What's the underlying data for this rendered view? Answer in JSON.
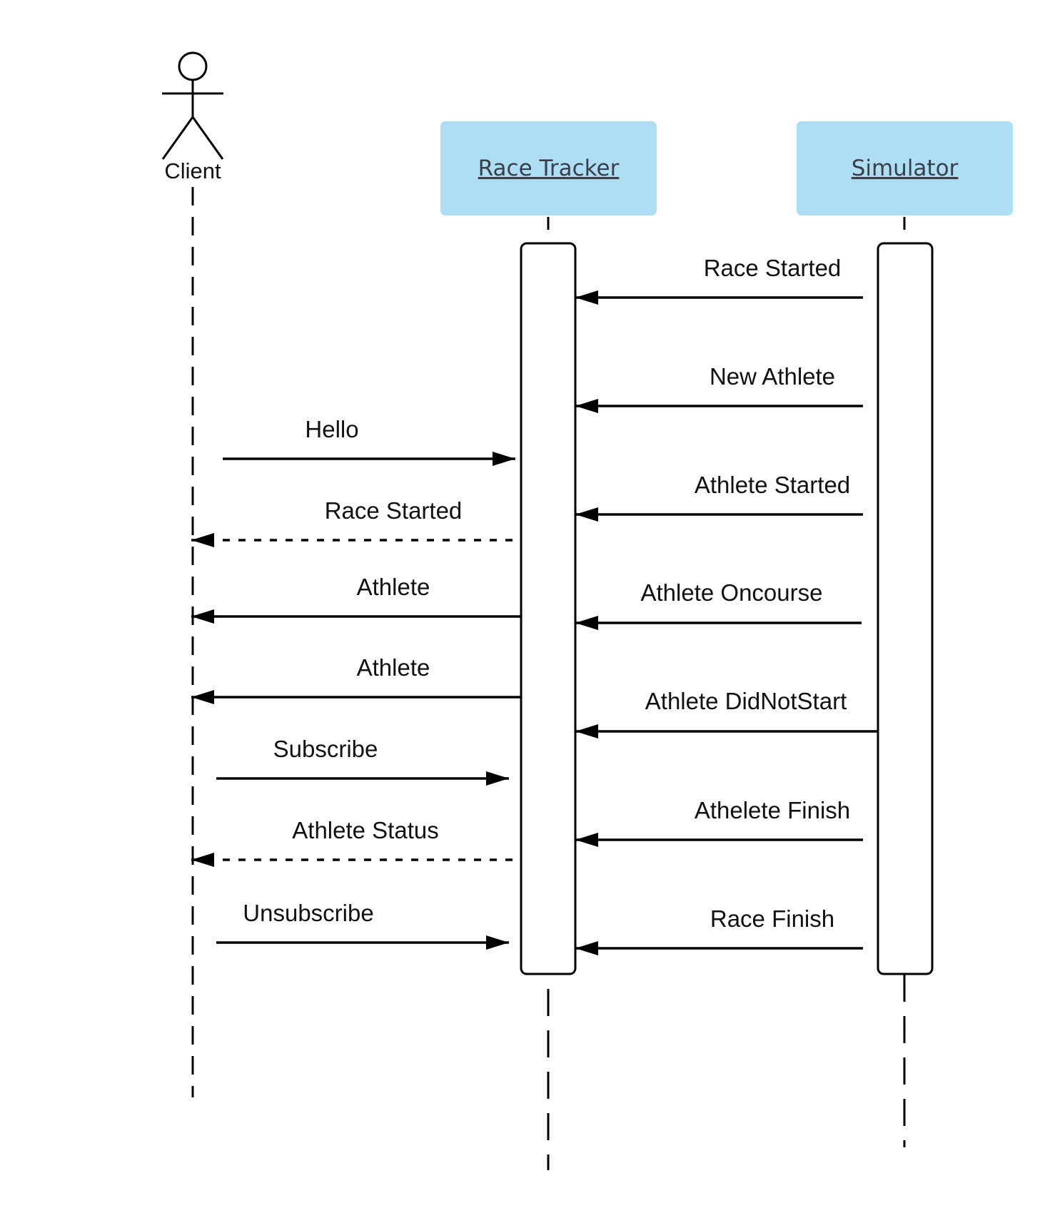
{
  "diagram": {
    "type": "uml-sequence",
    "colors": {
      "participant_fill": "#AEDEF4",
      "participant_text": "#3A3F4B",
      "line": "#000000",
      "label": "#111111"
    },
    "participants": [
      {
        "id": "client",
        "label": "Client",
        "shape": "actor"
      },
      {
        "id": "tracker",
        "label": "Race Tracker",
        "shape": "box"
      },
      {
        "id": "simulator",
        "label": "Simulator",
        "shape": "box"
      }
    ],
    "messages": [
      {
        "from": "simulator",
        "to": "tracker",
        "label": "Race Started",
        "style": "solid"
      },
      {
        "from": "simulator",
        "to": "tracker",
        "label": "New Athlete",
        "style": "solid"
      },
      {
        "from": "client",
        "to": "tracker",
        "label": "Hello",
        "style": "solid"
      },
      {
        "from": "simulator",
        "to": "tracker",
        "label": "Athlete Started",
        "style": "solid"
      },
      {
        "from": "tracker",
        "to": "client",
        "label": "Race Started",
        "style": "dotted"
      },
      {
        "from": "tracker",
        "to": "client",
        "label": "Athlete",
        "style": "solid"
      },
      {
        "from": "simulator",
        "to": "tracker",
        "label": "Athlete Oncourse",
        "style": "solid"
      },
      {
        "from": "tracker",
        "to": "client",
        "label": "Athlete",
        "style": "solid"
      },
      {
        "from": "simulator",
        "to": "tracker",
        "label": "Athlete DidNotStart",
        "style": "solid"
      },
      {
        "from": "client",
        "to": "tracker",
        "label": "Subscribe",
        "style": "solid"
      },
      {
        "from": "simulator",
        "to": "tracker",
        "label": "Athelete Finish",
        "style": "solid"
      },
      {
        "from": "tracker",
        "to": "client",
        "label": "Athlete Status",
        "style": "dotted"
      },
      {
        "from": "client",
        "to": "tracker",
        "label": "Unsubscribe",
        "style": "solid"
      },
      {
        "from": "simulator",
        "to": "tracker",
        "label": "Race Finish",
        "style": "solid"
      }
    ]
  }
}
